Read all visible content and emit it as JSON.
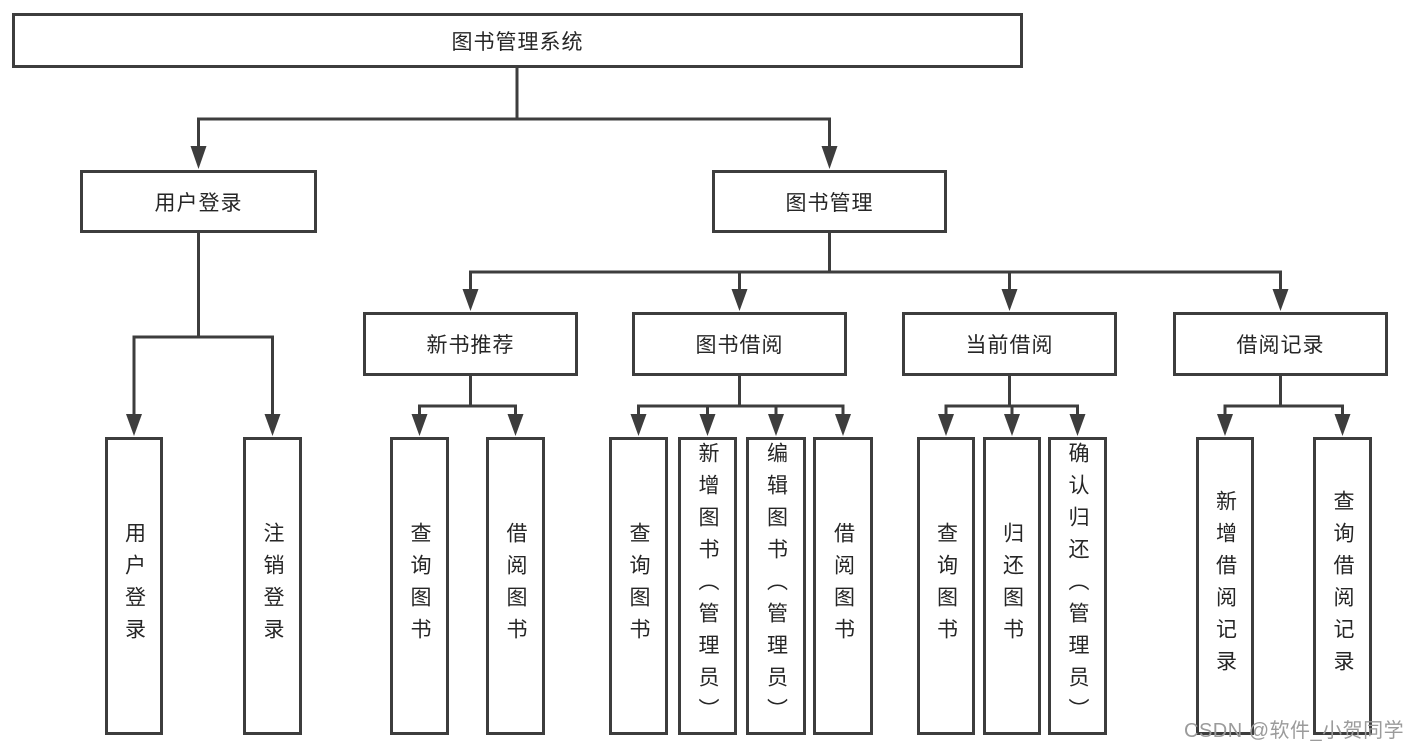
{
  "diagram": {
    "root_label": "图书管理系统",
    "level2": [
      {
        "id": "user-login",
        "label": "用户登录"
      },
      {
        "id": "book-management",
        "label": "图书管理"
      }
    ],
    "level3": [
      {
        "id": "new-book-recommend",
        "label": "新书推荐"
      },
      {
        "id": "book-borrow",
        "label": "图书借阅"
      },
      {
        "id": "current-borrow",
        "label": "当前借阅"
      },
      {
        "id": "borrow-records",
        "label": "借阅记录"
      }
    ],
    "leaves": {
      "user_login": [
        {
          "label": "用户登录"
        },
        {
          "label": "注销登录"
        }
      ],
      "new_book_recommend": [
        {
          "label": "查询图书"
        },
        {
          "label": "借阅图书"
        }
      ],
      "book_borrow": [
        {
          "label": "查询图书"
        },
        {
          "label": "新增图书（管理员）"
        },
        {
          "label": "编辑图书（管理员）"
        },
        {
          "label": "借阅图书"
        }
      ],
      "current_borrow": [
        {
          "label": "查询图书"
        },
        {
          "label": "归还图书"
        },
        {
          "label": "确认归还（管理员）"
        }
      ],
      "borrow_records": [
        {
          "label": "新增借阅记录"
        },
        {
          "label": "查询借阅记录"
        }
      ]
    },
    "watermark": "CSDN @软件_小贺同学",
    "colors": {
      "line": "#3d3d3d",
      "text": "#262626",
      "watermark": "#9b9b9b",
      "background": "#ffffff"
    }
  }
}
